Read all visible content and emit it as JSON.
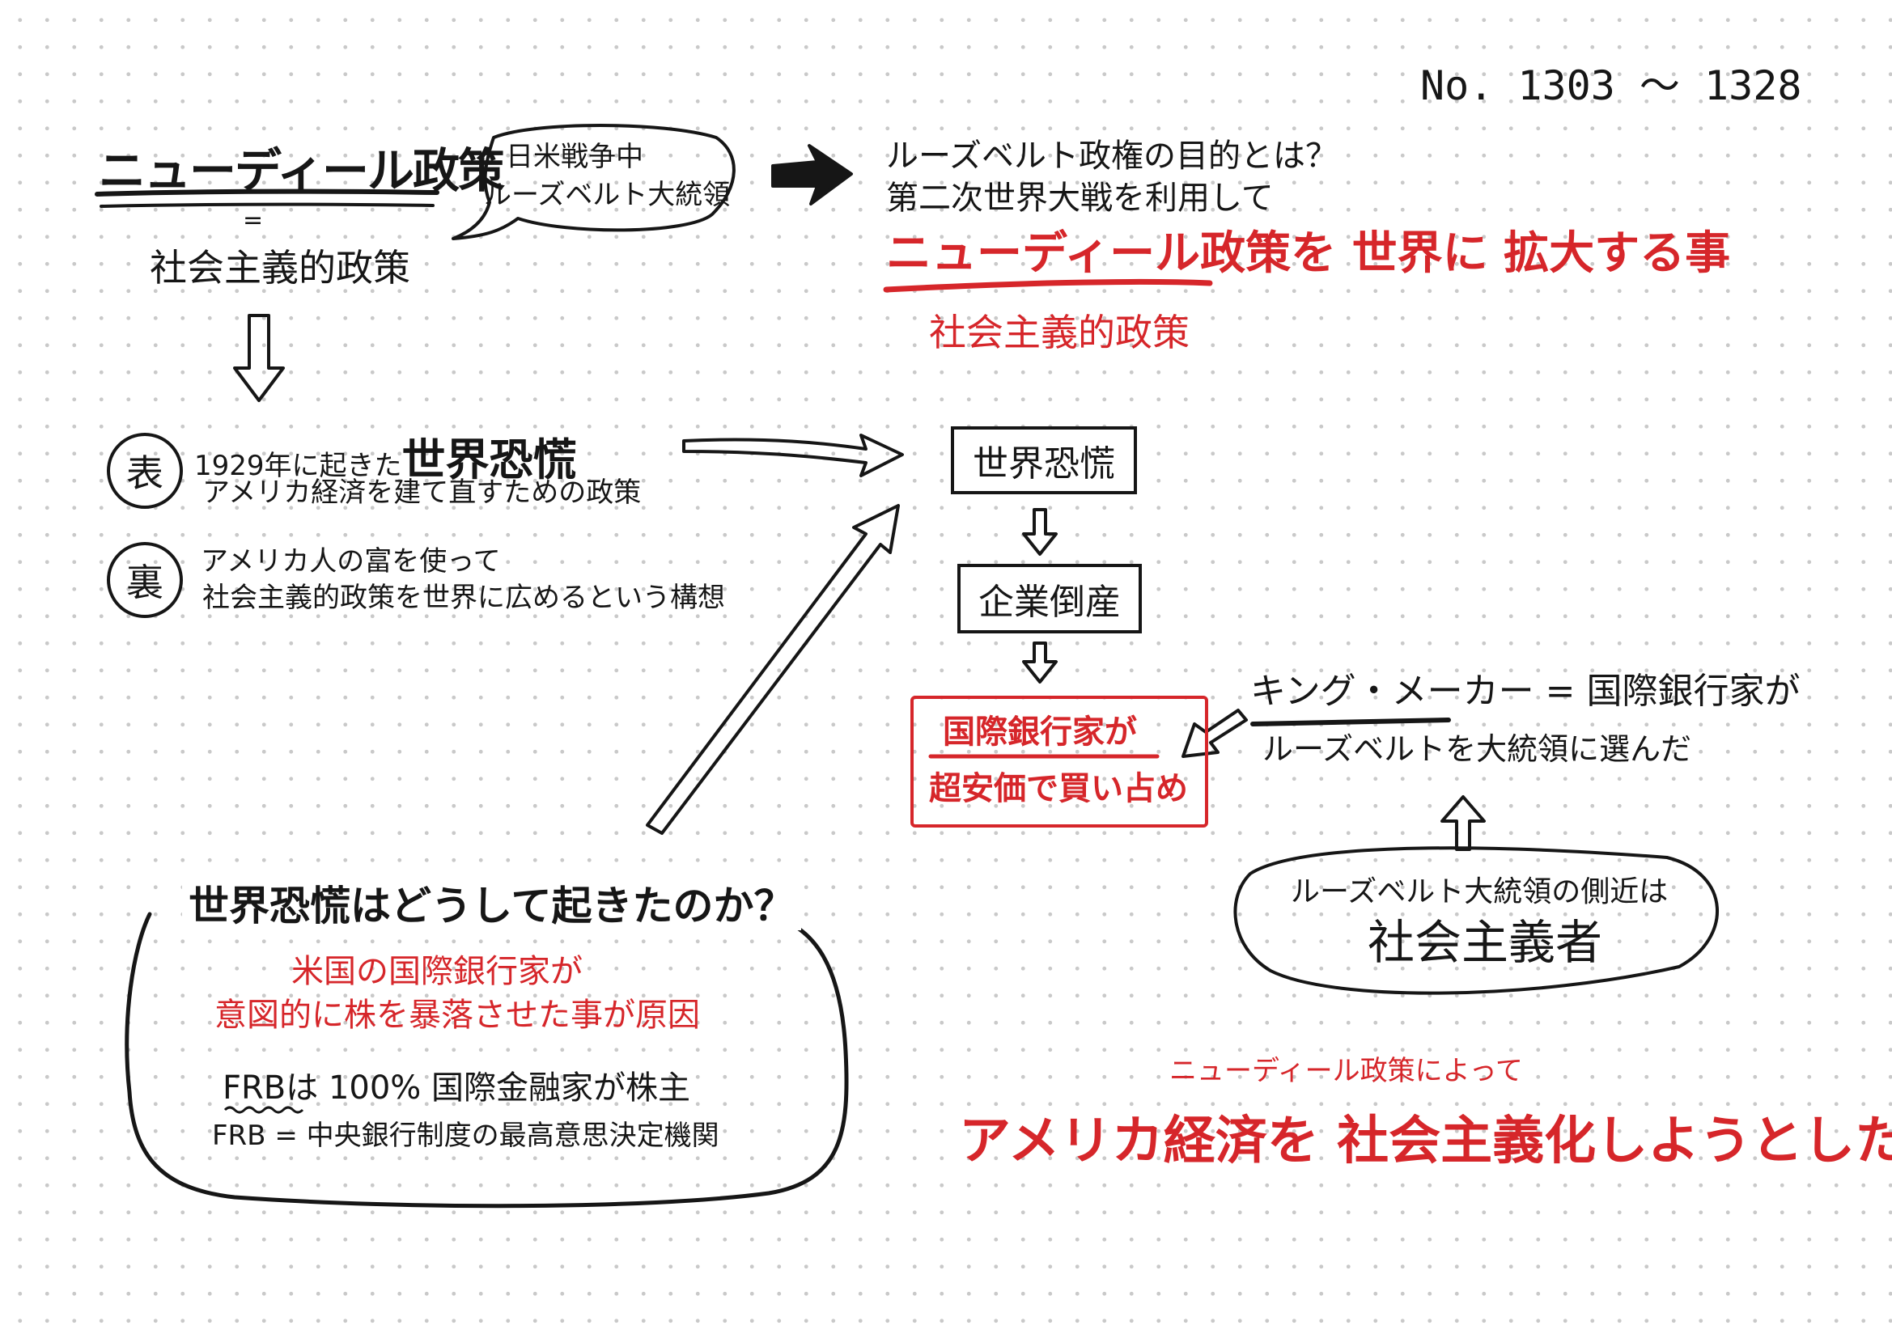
{
  "page_number": "No. 1303 〜 1328",
  "title": "ニューディール政策",
  "equals": "=",
  "title_sub": "社会主義的政策",
  "speech_bubble": [
    "日米戦争中",
    "ルーズベルト大統領"
  ],
  "omote": {
    "mark": "表",
    "line1_prefix": "1929年に起きた",
    "line1_emph": "世界恐慌",
    "line2": "アメリカ経済を建て直すための政策"
  },
  "ura": {
    "mark": "裏",
    "line1": "アメリカ人の富を使って",
    "line2": "社会主義的政策を世界に広めるという構想"
  },
  "purpose": {
    "question": "ルーズベルト政権の目的とは？",
    "line2": "第二次世界大戦を利用して",
    "emph_part1": "ニューディール政策",
    "emph_part2": "を 世界に 拡大する事",
    "note": "社会主義的政策"
  },
  "flow": {
    "step1": "世界恐慌",
    "step2": "企業倒産",
    "step3_line1": "国際銀行家が",
    "step3_line2": "超安価で買い占め"
  },
  "kingmaker": {
    "line1_emph": "キング・メーカー",
    "line1_rest": " = 国際銀行家が",
    "line2": "ルーズベルトを大統領に選んだ"
  },
  "aide_bubble": {
    "line1": "ルーズベルト大統領の側近は",
    "line2": "社会主義者"
  },
  "cause_bubble": {
    "heading": "世界恐慌はどうして起きたのか？",
    "red_line1": "米国の国際銀行家が",
    "red_line2": "意図的に株を暴落させた事が原因",
    "frb_prefix": "FRB",
    "frb_rest": "は 100% 国際金融家が株主",
    "frb_line2": "FRB = 中央銀行制度の最高意思決定機関"
  },
  "conclusion": {
    "small": "ニューディール政策によって",
    "big": "アメリカ経済を 社会主義化しようとした"
  },
  "colors": {
    "ink": "#161616",
    "red": "#d6262a",
    "dot": "#c9c9c9"
  }
}
